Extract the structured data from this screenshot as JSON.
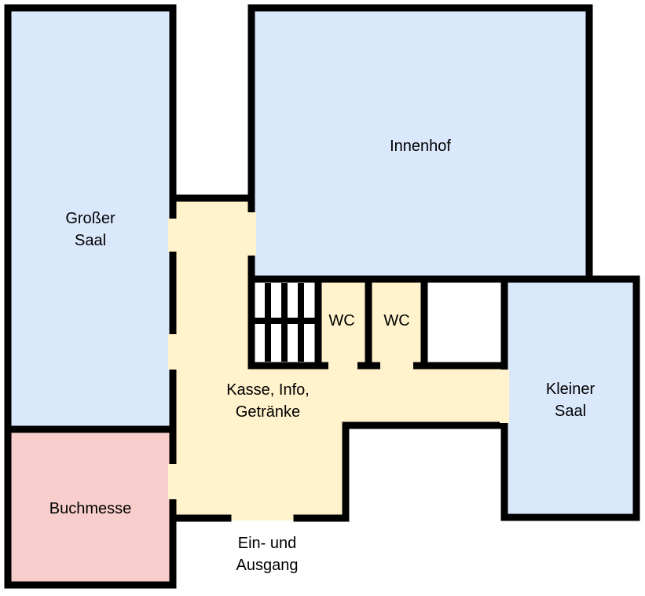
{
  "colors": {
    "hall_blue": "#dae8fc",
    "fair_red": "#f8cecc",
    "corridor_yellow": "#fff2cc",
    "wall": "#000000",
    "background": "#ffffff"
  },
  "rooms": {
    "grosser_saal": {
      "line1": "Großer",
      "line2": "Saal"
    },
    "innenhof": {
      "label": "Innenhof"
    },
    "kleiner_saal": {
      "line1": "Kleiner",
      "line2": "Saal"
    },
    "buchmesse": {
      "label": "Buchmesse"
    },
    "wc_left": {
      "label": "WC"
    },
    "wc_right": {
      "label": "WC"
    },
    "foyer": {
      "line1": "Kasse, Info,",
      "line2": "Getränke"
    }
  },
  "entrance": {
    "line1": "Ein- und",
    "line2": "Ausgang"
  }
}
